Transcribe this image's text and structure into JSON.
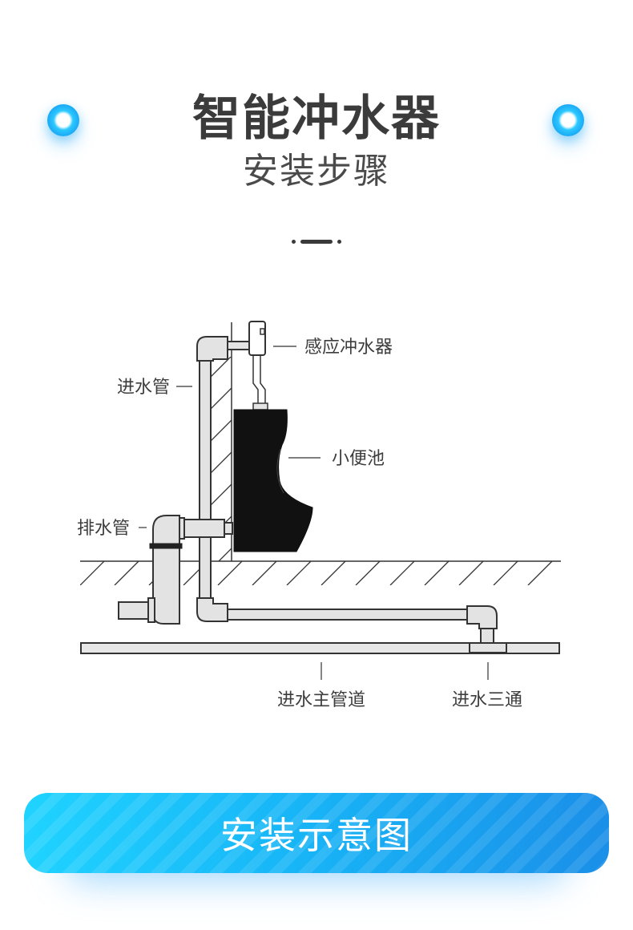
{
  "header": {
    "title": "智能冲水器",
    "subtitle": "安装步骤"
  },
  "diagram": {
    "labels": {
      "flusher": "感应冲水器",
      "inlet_pipe": "进水管",
      "urinal": "小便池",
      "drain_pipe": "排水管",
      "main_pipe": "进水主管道",
      "tee": "进水三通"
    }
  },
  "banner": {
    "label": "安装示意图"
  },
  "colors": {
    "accent": "#1ab0f5",
    "text": "#3b3b3b",
    "pipe_fill": "#e3e3e3",
    "pipe_stroke": "#333333",
    "urinal": "#111111"
  }
}
